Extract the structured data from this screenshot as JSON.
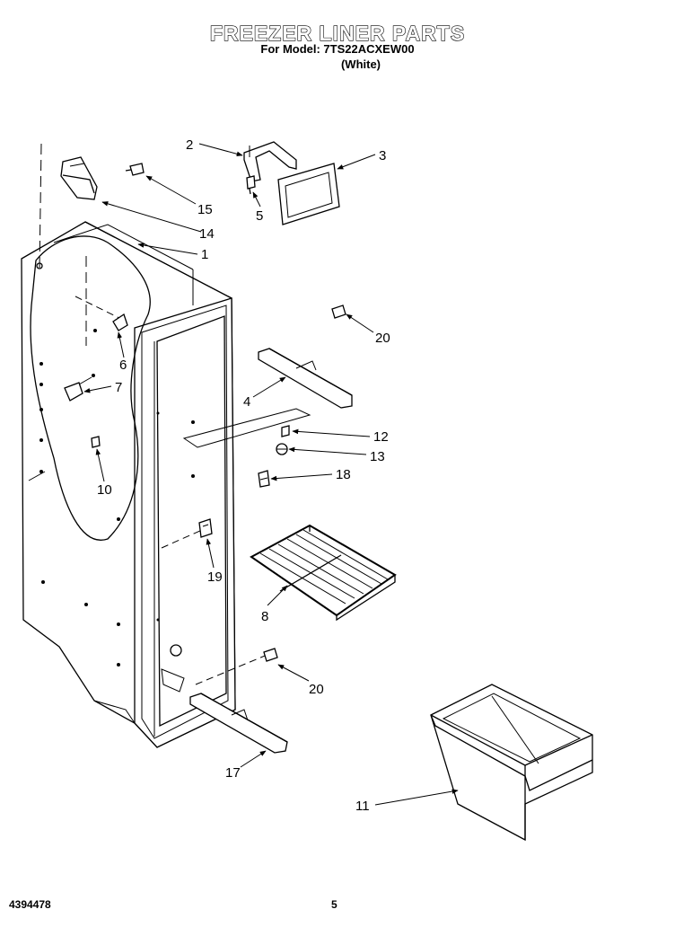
{
  "header": {
    "title": "FREEZER LINER PARTS",
    "model_line": "For Model: 7TS22ACXEW00",
    "color_line": "(White)"
  },
  "footer": {
    "doc_number": "4394478",
    "page_number": "5"
  },
  "callouts": [
    {
      "id": "1",
      "label": "1"
    },
    {
      "id": "2",
      "label": "2"
    },
    {
      "id": "3",
      "label": "3"
    },
    {
      "id": "4",
      "label": "4"
    },
    {
      "id": "5",
      "label": "5"
    },
    {
      "id": "6",
      "label": "6"
    },
    {
      "id": "7",
      "label": "7"
    },
    {
      "id": "8",
      "label": "8"
    },
    {
      "id": "10",
      "label": "10"
    },
    {
      "id": "11",
      "label": "11"
    },
    {
      "id": "12",
      "label": "12"
    },
    {
      "id": "13",
      "label": "13"
    },
    {
      "id": "14",
      "label": "14"
    },
    {
      "id": "15",
      "label": "15"
    },
    {
      "id": "17",
      "label": "17"
    },
    {
      "id": "18",
      "label": "18"
    },
    {
      "id": "19",
      "label": "19"
    },
    {
      "id": "20a",
      "label": "20"
    },
    {
      "id": "20b",
      "label": "20"
    }
  ]
}
